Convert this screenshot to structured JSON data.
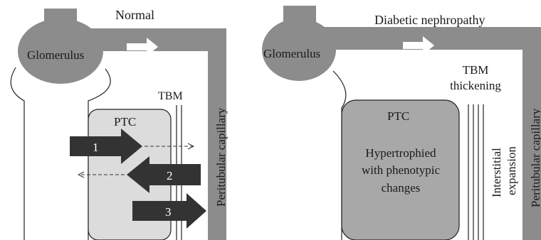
{
  "colors": {
    "vessel": "#8c8c8c",
    "ptc_normal": "#dcdcdc",
    "ptc_diabetic": "#a8a8a8",
    "arrow_dark": "#333333",
    "outline": "#222222",
    "flow_arrow": "#ffffff"
  },
  "left_panel": {
    "title": "Normal",
    "glomerulus": "Glomerulus",
    "tbm": "TBM",
    "capillary": "Peritubular capillary",
    "cell": "PTC",
    "arrows": [
      {
        "label": "1",
        "icon": "transport-arrow-right-icon"
      },
      {
        "label": "2",
        "icon": "transport-arrow-left-icon"
      },
      {
        "label": "3",
        "icon": "transport-arrow-right-icon"
      }
    ]
  },
  "right_panel": {
    "title": "Diabetic nephropathy",
    "glomerulus": "Glomerulus",
    "tbm_line1": "TBM",
    "tbm_line2": "thickening",
    "capillary": "Peritubular capillary",
    "cell": "PTC",
    "cell_desc_1": "Hypertrophied",
    "cell_desc_2": "with phenotypic",
    "cell_desc_3": "changes",
    "interstitial_1": "Interstitial",
    "interstitial_2": "expansion"
  }
}
